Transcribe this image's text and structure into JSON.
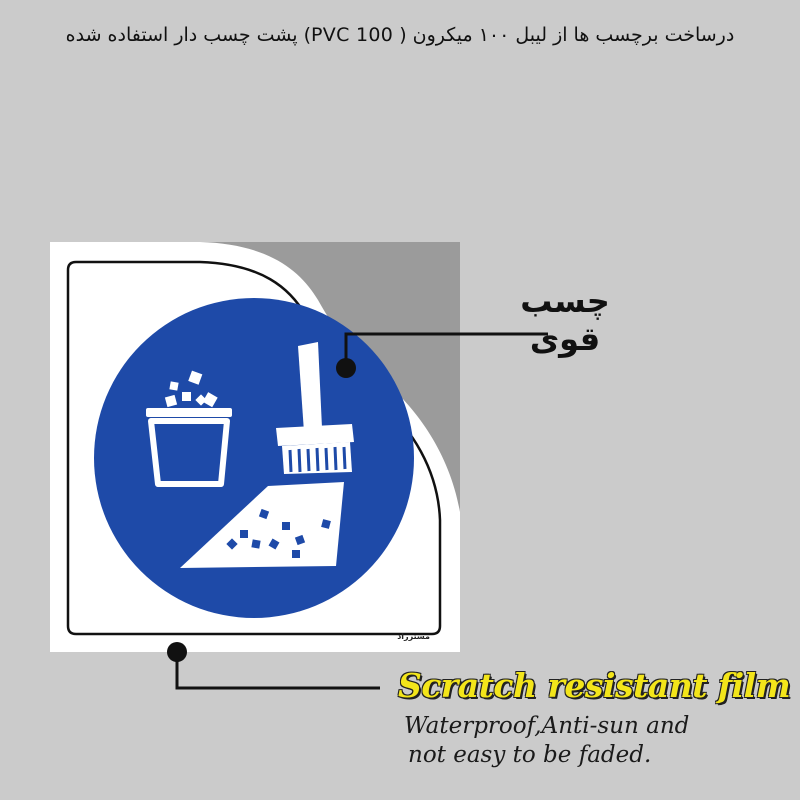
{
  "header": {
    "caption": "درساخت برچسب ها از لیبل ۱۰۰ میکرون  ( PVC 100)   پشت چسب دار استفاده شده"
  },
  "callouts": {
    "glue_label": "چسب قوی",
    "film_title": "Scratch resistant film",
    "film_desc_line1": "Waterproof,Anti-sun and",
    "film_desc_line2": "not easy to be faded."
  },
  "sticker": {
    "brand": "مسترراد",
    "icon": "sweep-debris-into-bin-icon",
    "colors": {
      "sign_blue": "#1e4aa8",
      "backing_gray": "#9b9b9b",
      "film_yellow": "#f3e51a",
      "page_bg": "#cbcbcb"
    }
  }
}
